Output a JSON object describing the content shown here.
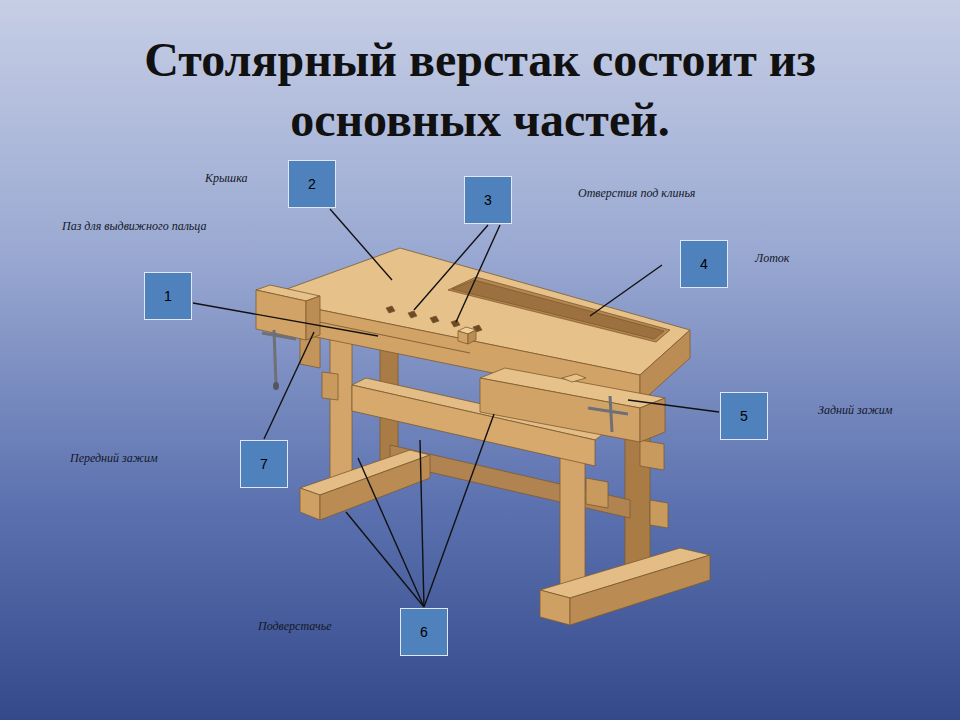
{
  "diagram": {
    "title": "Столярный верстак состоит из основных частей.",
    "nodes": [
      {
        "text": [
          "2"
        ]
      },
      {
        "text": [
          "3"
        ]
      },
      {
        "text": [
          "4"
        ]
      },
      {
        "text": [
          "1"
        ]
      },
      {
        "text": [
          "5"
        ]
      },
      {
        "text": [
          "7"
        ]
      },
      {
        "text": [
          "6"
        ]
      }
    ],
    "labels": [
      "Крышка",
      "Отверстия под клинья",
      "Паз для выдвижного пальца",
      "Лоток",
      "Задний зажим",
      "Передний зажим",
      "Подверстачье"
    ]
  }
}
